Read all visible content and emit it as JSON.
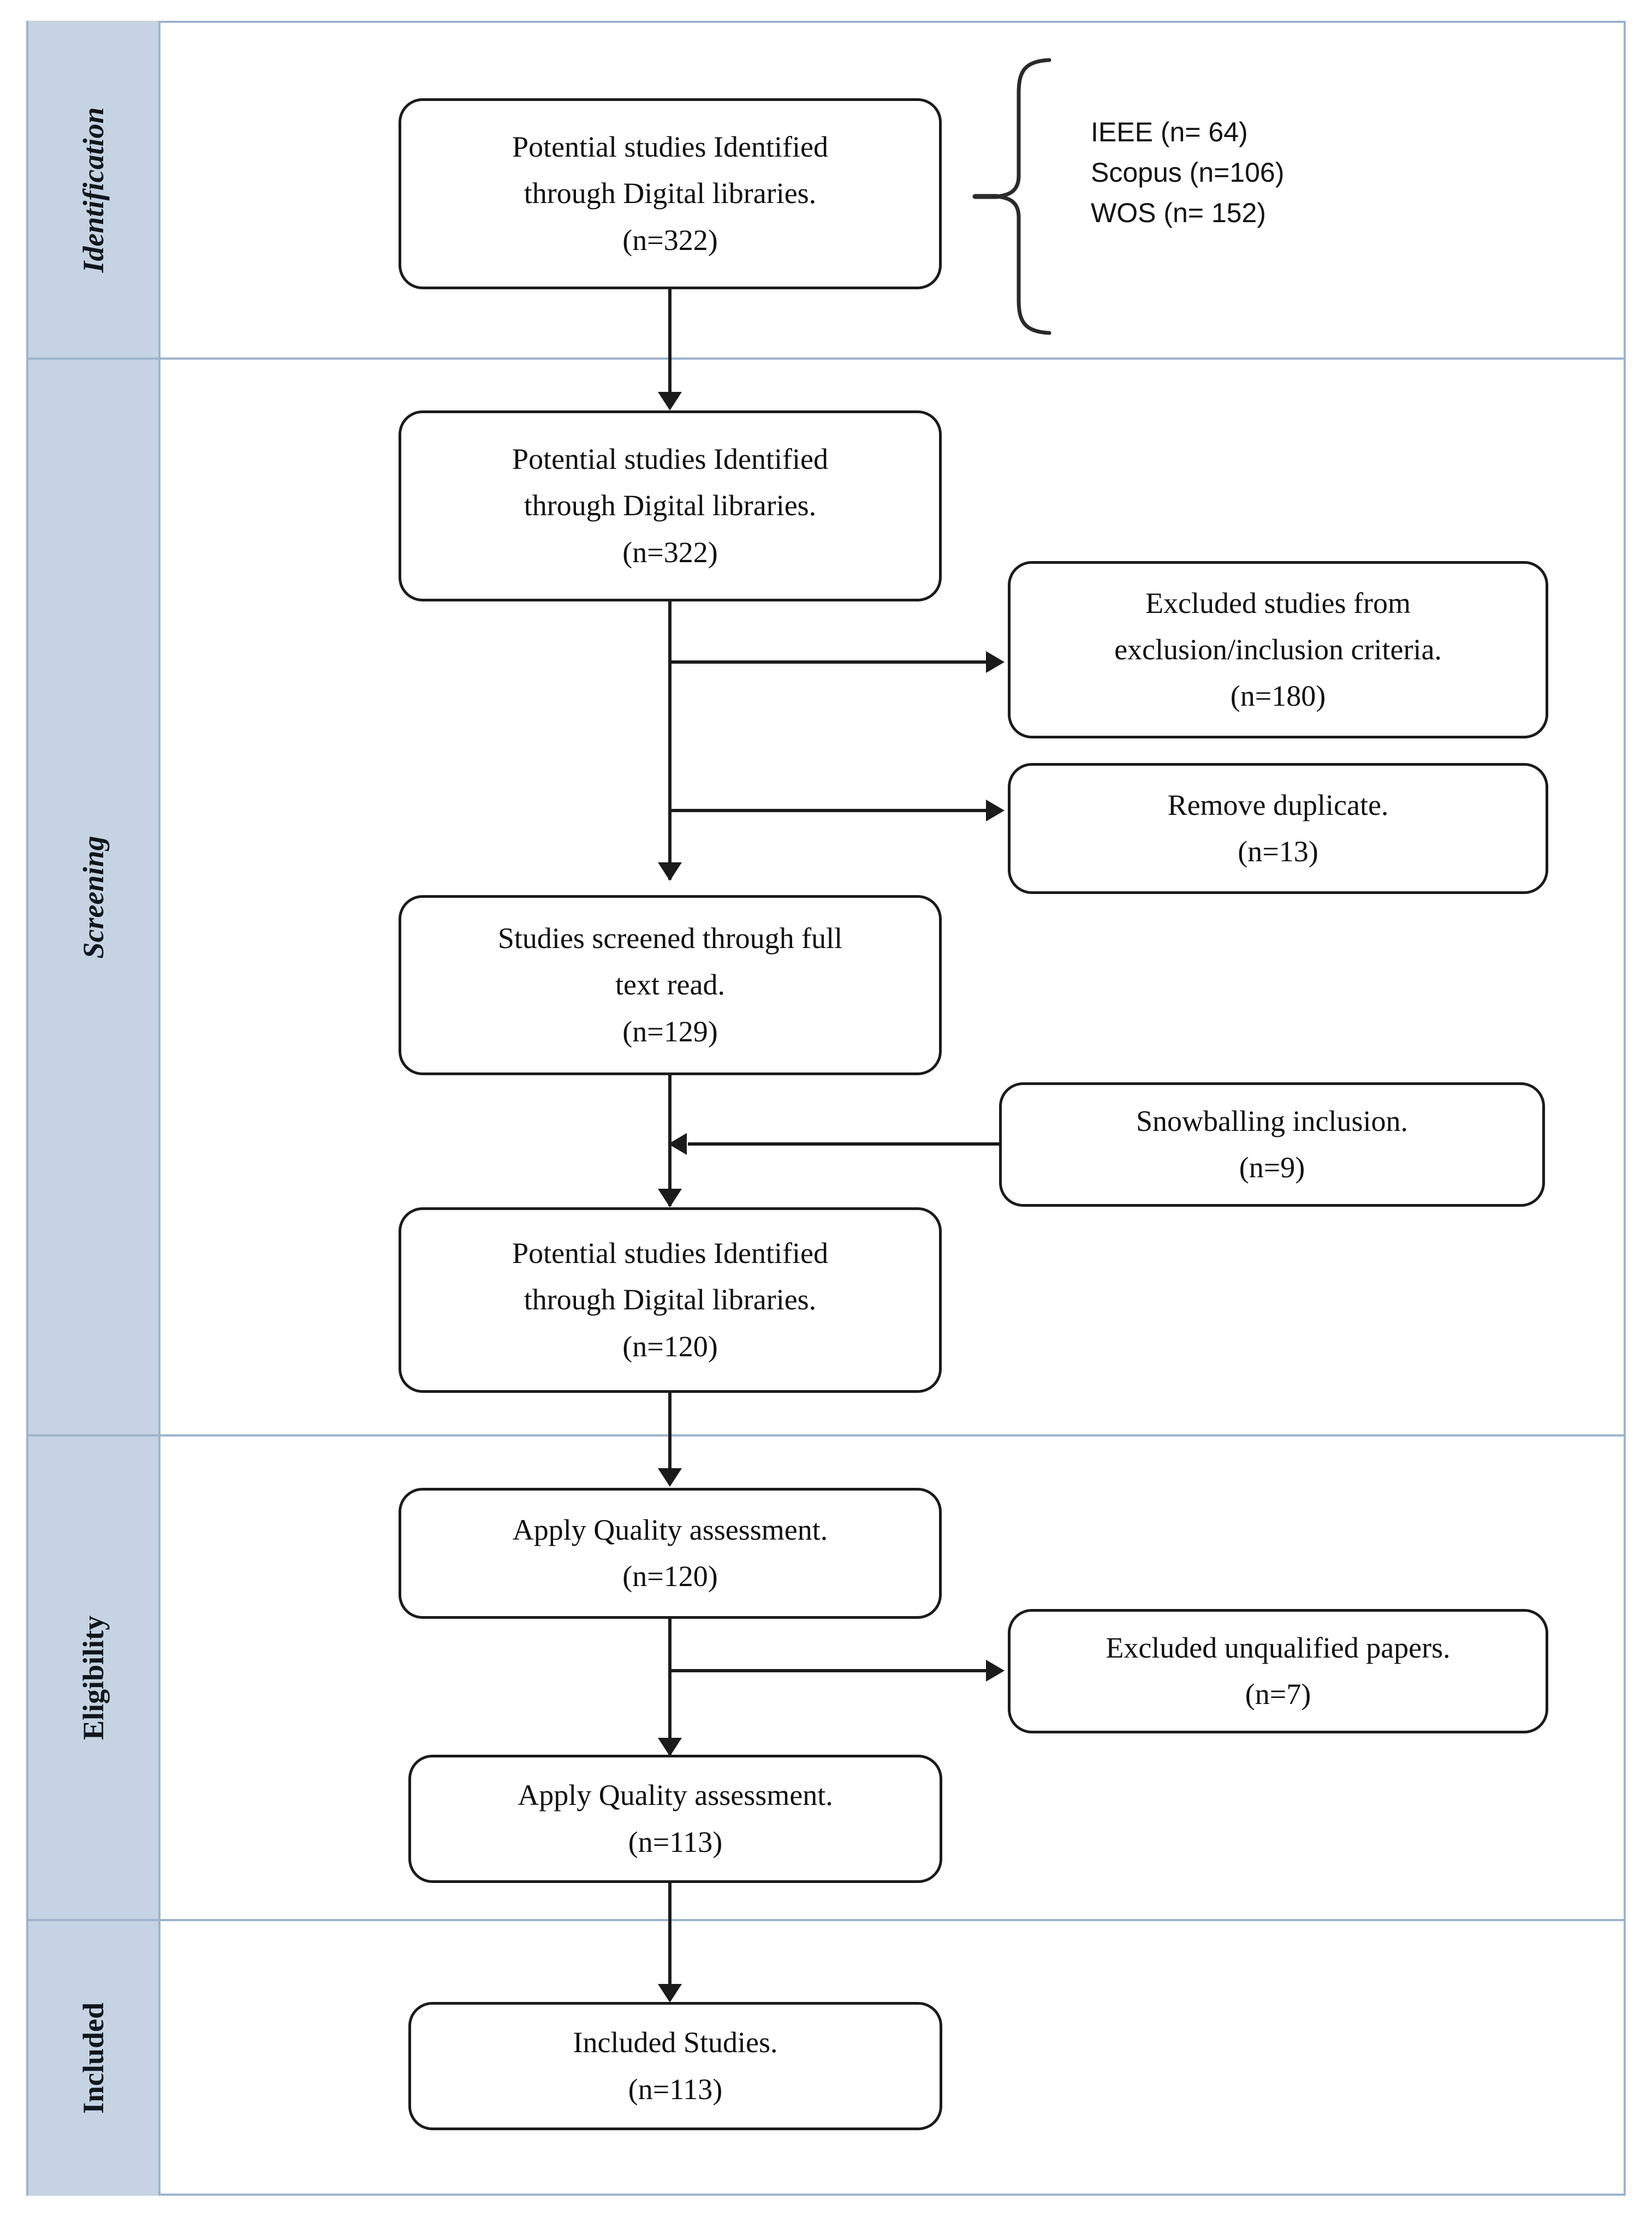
{
  "figure": {
    "type": "prisma-flow-diagram",
    "accent_border": "#9db4cd",
    "stage_fill": "#c6d3e2",
    "node_border": "#1b1b1b"
  },
  "stages": [
    {
      "label": "Identification",
      "style": "italic"
    },
    {
      "label": "Screening",
      "style": "italic"
    },
    {
      "label": "Eligibility",
      "style": "upright"
    },
    {
      "label": "Included",
      "style": "upright"
    }
  ],
  "sources": {
    "items": [
      "IEEE (n= 64)",
      "Scopus (n=106)",
      "WOS (n= 152)"
    ]
  },
  "nodes": {
    "identified_1": {
      "line1": "Potential studies Identified",
      "line2": "through Digital libraries.",
      "line3": "(n=322)"
    },
    "identified_2": {
      "line1": "Potential studies Identified",
      "line2": "through Digital libraries.",
      "line3": "(n=322)"
    },
    "excluded_criteria": {
      "line1": "Excluded studies from",
      "line2": "exclusion/inclusion criteria.",
      "line3": "(n=180)"
    },
    "remove_duplicate": {
      "line1": "Remove duplicate.",
      "line2": "(n=13)"
    },
    "screened_fulltext": {
      "line1": "Studies screened through full",
      "line2": "text read.",
      "line3": "(n=129)"
    },
    "snowballing": {
      "line1": "Snowballing inclusion.",
      "line2": "(n=9)"
    },
    "identified_3": {
      "line1": "Potential studies Identified",
      "line2": "through Digital libraries.",
      "line3": "(n=120)"
    },
    "quality_1": {
      "line1": "Apply Quality assessment.",
      "line2": "(n=120)"
    },
    "excluded_unqualified": {
      "line1": "Excluded unqualified papers.",
      "line2": "(n=7)"
    },
    "quality_2": {
      "line1": "Apply Quality assessment.",
      "line2": "(n=113)"
    },
    "included_studies": {
      "line1": "Included Studies.",
      "line2": "(n=113)"
    }
  }
}
